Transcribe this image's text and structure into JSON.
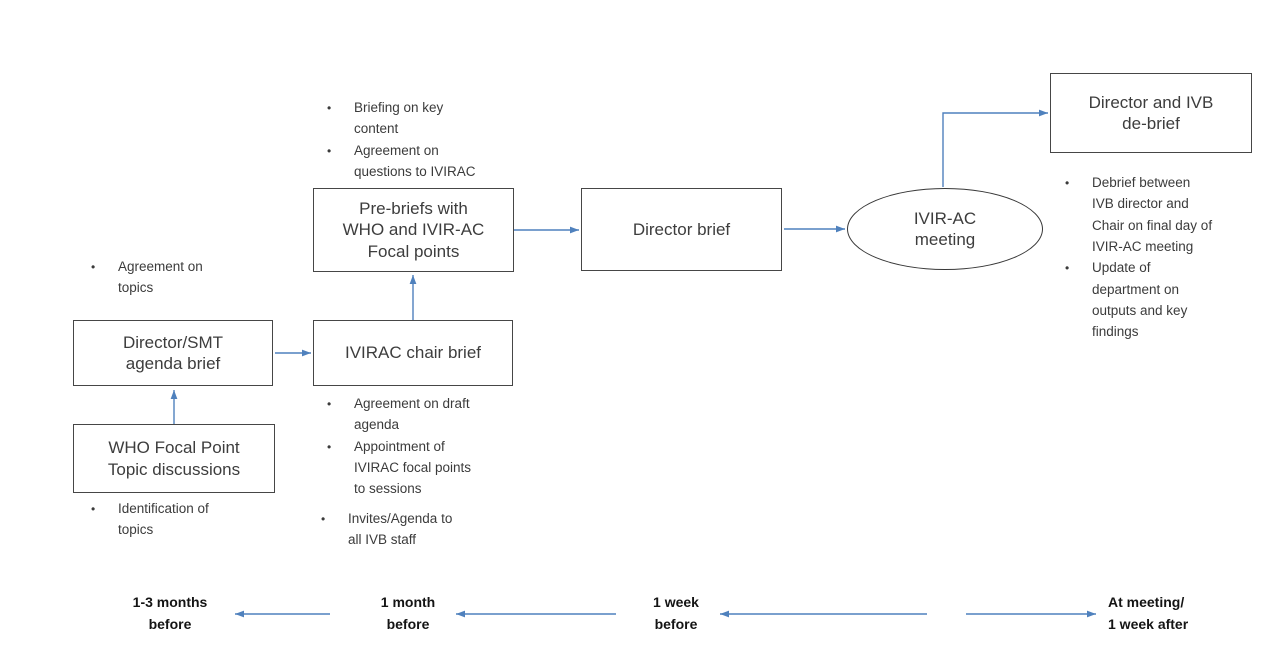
{
  "nodes": {
    "who_focal_point": {
      "label": "WHO Focal Point\nTopic discussions"
    },
    "director_smt": {
      "label": "Director/SMT\nagenda brief"
    },
    "ivirac_chair": {
      "label": "IVIRAC chair brief"
    },
    "pre_briefs": {
      "label": "Pre-briefs with\nWHO and IVIR-AC\nFocal points"
    },
    "director_brief": {
      "label": "Director brief"
    },
    "ivirac_meeting": {
      "label": "IVIR-AC\nmeeting"
    },
    "director_ivb_debrief": {
      "label": "Director and IVB\nde-brief"
    }
  },
  "bullet_lists": {
    "topics": {
      "items": [
        "Agreement on\ntopics"
      ]
    },
    "identification": {
      "items": [
        "Identification of\ntopics"
      ]
    },
    "pre_brief_notes": {
      "items": [
        "Briefing on key\ncontent",
        "Agreement on\nquestions to IVIRAC"
      ]
    },
    "chair_brief_notes": {
      "items": [
        "Agreement on draft\nagenda",
        "Appointment of\nIVIRAC focal points\nto sessions",
        "Invites/Agenda to\nall IVB staff"
      ]
    },
    "debrief_notes": {
      "items": [
        "Debrief between\nIVB director and\nChair on final day of\nIVIR-AC meeting",
        "Update of\ndepartment on\noutputs and key\nfindings"
      ]
    }
  },
  "timeline": {
    "labels": [
      "1-3 months\nbefore",
      "1 month\nbefore",
      "1 week\nbefore",
      "At meeting/\n1 week after"
    ]
  },
  "colors": {
    "arrow": "#4f81bd",
    "box_border": "#464646",
    "box_text": "#3d3d3d"
  }
}
